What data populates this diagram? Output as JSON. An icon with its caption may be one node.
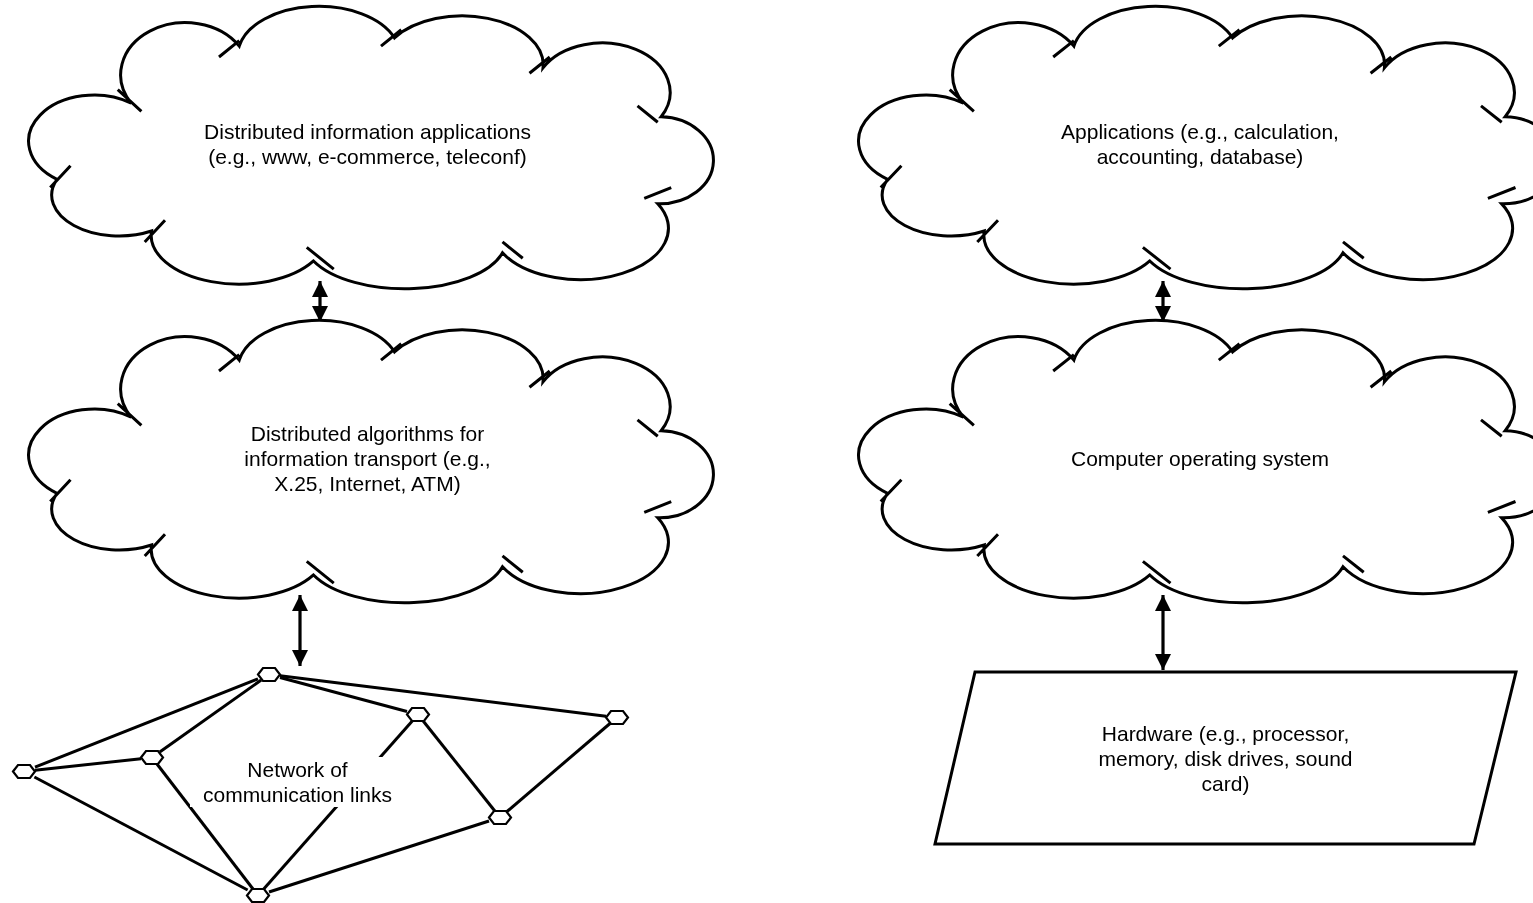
{
  "diagram": {
    "nodes": [
      {
        "text": [
          "Distributed information applications (e.g., www, e-commerce, teleconf)"
        ]
      },
      {
        "text": [
          "Distributed algorithms for information transport (e.g., X.25, Internet, ATM)"
        ]
      },
      {
        "text": [],
        "shape": "hexagon"
      },
      {
        "text": [],
        "shape": "hexagon"
      },
      {
        "text": [],
        "shape": "hexagon"
      },
      {
        "text": [],
        "shape": "hexagon"
      },
      {
        "text": [],
        "shape": "hexagon"
      },
      {
        "text": [],
        "shape": "hexagon"
      },
      {
        "text": [],
        "shape": "hexagon"
      },
      {
        "text": [
          "Applications (e.g., calculation, accounting, database)"
        ]
      },
      {
        "text": [
          "Computer operating system"
        ]
      },
      {
        "text": [
          "Hardware (e.g., processor, memory, disk drives, sound card)"
        ]
      }
    ],
    "edges": [
      {
        "from": 0,
        "to": 1,
        "arrow": "both"
      },
      {
        "from": 1,
        "to": 2,
        "arrow": "both"
      },
      {
        "from": 2,
        "to": 6,
        "arrow": "none"
      },
      {
        "from": 2,
        "to": 5,
        "arrow": "none"
      },
      {
        "from": 2,
        "to": 3,
        "arrow": "none"
      },
      {
        "from": 2,
        "to": 4,
        "arrow": "none"
      },
      {
        "from": 6,
        "to": 5,
        "arrow": "none"
      },
      {
        "from": 6,
        "to": 8,
        "arrow": "none"
      },
      {
        "from": 5,
        "to": 8,
        "arrow": "none"
      },
      {
        "from": 3,
        "to": 8,
        "arrow": "none"
      },
      {
        "from": 3,
        "to": 7,
        "arrow": "none"
      },
      {
        "from": 4,
        "to": 7,
        "arrow": "none"
      },
      {
        "from": 8,
        "to": 7,
        "arrow": "none"
      },
      {
        "from": 9,
        "to": 10,
        "arrow": "both"
      },
      {
        "from": 10,
        "to": 11,
        "arrow": "both"
      }
    ],
    "labels": [
      "Network of communication links"
    ]
  }
}
